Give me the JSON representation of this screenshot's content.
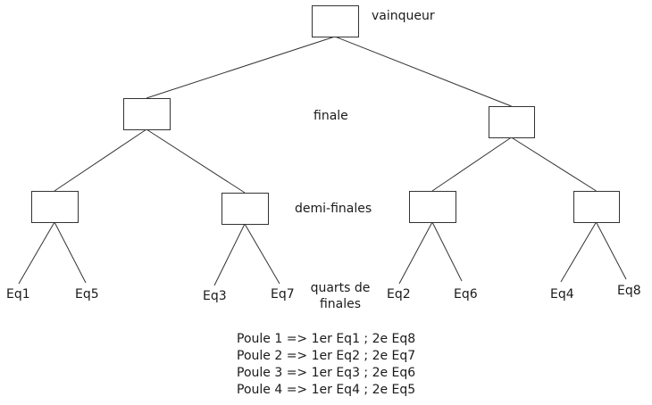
{
  "diagram": {
    "type": "tournament-bracket",
    "round_labels": {
      "winner": "vainqueur",
      "final": "finale",
      "semi_finals": "demi-finales",
      "quarter_finals_line1": "quarts de",
      "quarter_finals_line2": "finales"
    },
    "nodes": [
      {
        "id": "winner",
        "round": "vainqueur",
        "label": ""
      },
      {
        "id": "final-left",
        "round": "finale",
        "label": "",
        "parent": "winner"
      },
      {
        "id": "final-right",
        "round": "finale",
        "label": "",
        "parent": "winner"
      },
      {
        "id": "semi-1",
        "round": "demi-finales",
        "label": "",
        "parent": "final-left"
      },
      {
        "id": "semi-2",
        "round": "demi-finales",
        "label": "",
        "parent": "final-left"
      },
      {
        "id": "semi-3",
        "round": "demi-finales",
        "label": "",
        "parent": "final-right"
      },
      {
        "id": "semi-4",
        "round": "demi-finales",
        "label": "",
        "parent": "final-right"
      }
    ],
    "teams": [
      {
        "id": "eq1",
        "label": "Eq1",
        "parent": "semi-1"
      },
      {
        "id": "eq5",
        "label": "Eq5",
        "parent": "semi-1"
      },
      {
        "id": "eq3",
        "label": "Eq3",
        "parent": "semi-2"
      },
      {
        "id": "eq7",
        "label": "Eq7",
        "parent": "semi-2"
      },
      {
        "id": "eq2",
        "label": "Eq2",
        "parent": "semi-3"
      },
      {
        "id": "eq6",
        "label": "Eq6",
        "parent": "semi-3"
      },
      {
        "id": "eq4",
        "label": "Eq4",
        "parent": "semi-4"
      },
      {
        "id": "eq8",
        "label": "Eq8",
        "parent": "semi-4"
      }
    ],
    "pools": [
      "Poule 1 => 1er Eq1 ; 2e Eq8",
      "Poule 2 => 1er Eq2 ; 2e Eq7",
      "Poule 3 => 1er Eq3 ; 2e Eq6",
      "Poule 4 => 1er Eq4 ; 2e Eq5"
    ],
    "colors": {
      "line": "#333333",
      "box_stroke": "#333333",
      "text": "#1a1a1a",
      "background": "#ffffff"
    }
  }
}
